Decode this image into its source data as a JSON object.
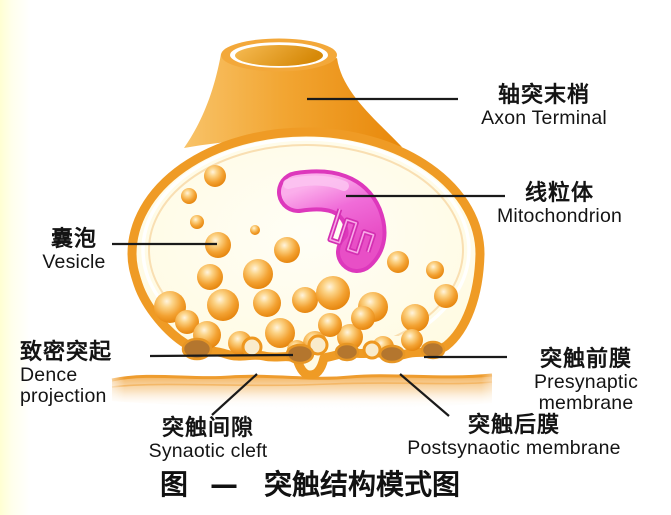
{
  "figure": {
    "caption_prefix": "图",
    "caption_dash": "—",
    "caption_title": "突触结构模式图"
  },
  "labels": {
    "axon_terminal": {
      "zh": "轴突末梢",
      "en": "Axon Terminal"
    },
    "mitochondrion": {
      "zh": "线粒体",
      "en": "Mitochondrion"
    },
    "vesicle": {
      "zh": "囊泡",
      "en": "Vesicle"
    },
    "dense_projection": {
      "zh": "致密突起",
      "en": "Dence projection"
    },
    "synaptic_cleft": {
      "zh": "突触间隙",
      "en": "Synaotic cleft"
    },
    "presynaptic_membrane": {
      "zh": "突触前膜",
      "en": "Presynaptic membrane"
    },
    "postsynaptic_membrane": {
      "zh": "突触后膜",
      "en": "Postsynaotic membrane"
    }
  },
  "colors": {
    "membrane_orange": "#EF9B25",
    "vesicle_orange": "#E8860A",
    "mitochondrion_pink": "#F263D2",
    "mitochondrion_outline": "#DD38BC",
    "dense_projection_brown": "#B4762E",
    "leader_line": "#1A1A1A",
    "background": "#FFFFFF",
    "left_strip": "#FFFFD2",
    "interior_cream": "#FFFDE9"
  }
}
